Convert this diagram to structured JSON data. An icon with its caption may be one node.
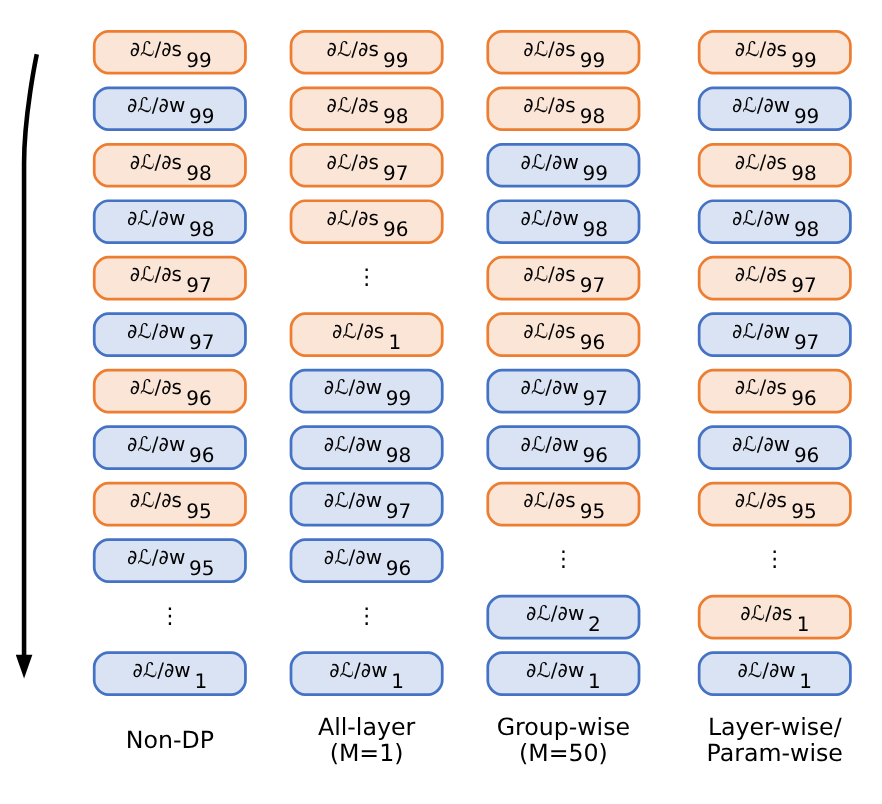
{
  "diagram": {
    "nodes": [
      {
        "text": [
          "∂ℒ/∂s$_{99}$"
        ]
      },
      {
        "text": [
          "∂ℒ/∂w$_{99}$"
        ]
      },
      {
        "text": [
          "∂ℒ/∂s$_{98}$"
        ]
      },
      {
        "text": [
          "∂ℒ/∂w$_{98}$"
        ]
      },
      {
        "text": [
          "∂ℒ/∂s$_{97}$"
        ]
      },
      {
        "text": [
          "∂ℒ/∂w$_{97}$"
        ]
      },
      {
        "text": [
          "∂ℒ/∂s$_{96}$"
        ]
      },
      {
        "text": [
          "∂ℒ/∂w$_{96}$"
        ]
      },
      {
        "text": [
          "∂ℒ/∂s$_{95}$"
        ]
      },
      {
        "text": [
          "∂ℒ/∂w$_{95}$"
        ]
      },
      {
        "text": [
          "∂ℒ/∂w$_{1}$"
        ]
      },
      {
        "text": [
          "∂ℒ/∂s$_{99}$"
        ]
      },
      {
        "text": [
          "∂ℒ/∂s$_{98}$"
        ]
      },
      {
        "text": [
          "∂ℒ/∂s$_{97}$"
        ]
      },
      {
        "text": [
          "∂ℒ/∂s$_{96}$"
        ]
      },
      {
        "text": [
          "∂ℒ/∂s$_{1}$"
        ]
      },
      {
        "text": [
          "∂ℒ/∂w$_{99}$"
        ]
      },
      {
        "text": [
          "∂ℒ/∂w$_{98}$"
        ]
      },
      {
        "text": [
          "∂ℒ/∂w$_{97}$"
        ]
      },
      {
        "text": [
          "∂ℒ/∂w$_{96}$"
        ]
      },
      {
        "text": [
          "∂ℒ/∂w$_{1}$"
        ]
      },
      {
        "text": [
          "∂ℒ/∂s$_{99}$"
        ]
      },
      {
        "text": [
          "∂ℒ/∂s$_{98}$"
        ]
      },
      {
        "text": [
          "∂ℒ/∂w$_{99}$"
        ]
      },
      {
        "text": [
          "∂ℒ/∂w$_{98}$"
        ]
      },
      {
        "text": [
          "∂ℒ/∂s$_{97}$"
        ]
      },
      {
        "text": [
          "∂ℒ/∂s$_{96}$"
        ]
      },
      {
        "text": [
          "∂ℒ/∂w$_{97}$"
        ]
      },
      {
        "text": [
          "∂ℒ/∂w$_{96}$"
        ]
      },
      {
        "text": [
          "∂ℒ/∂s$_{95}$"
        ]
      },
      {
        "text": [
          "∂ℒ/∂w$_{2}$"
        ]
      },
      {
        "text": [
          "∂ℒ/∂w$_{1}$"
        ]
      },
      {
        "text": [
          "∂ℒ/∂s$_{99}$"
        ]
      },
      {
        "text": [
          "∂ℒ/∂w$_{99}$"
        ]
      },
      {
        "text": [
          "∂ℒ/∂s$_{98}$"
        ]
      },
      {
        "text": [
          "∂ℒ/∂w$_{98}$"
        ]
      },
      {
        "text": [
          "∂ℒ/∂s$_{97}$"
        ]
      },
      {
        "text": [
          "∂ℒ/∂w$_{97}$"
        ]
      },
      {
        "text": [
          "∂ℒ/∂s$_{96}$"
        ]
      },
      {
        "text": [
          "∂ℒ/∂w$_{96}$"
        ]
      },
      {
        "text": [
          "∂ℒ/∂s$_{95}$"
        ]
      },
      {
        "text": [
          "∂ℒ/∂s$_{1}$"
        ]
      },
      {
        "text": [
          "∂ℒ/∂w$_{1}$"
        ]
      }
    ],
    "labels": [
      "⋮",
      "⋮",
      "⋮",
      "⋮",
      "⋮",
      "Non-DP",
      "All-layer (M=1)",
      "Group-wise (M=50)",
      "Layer-wise/ Param-wise"
    ]
  }
}
